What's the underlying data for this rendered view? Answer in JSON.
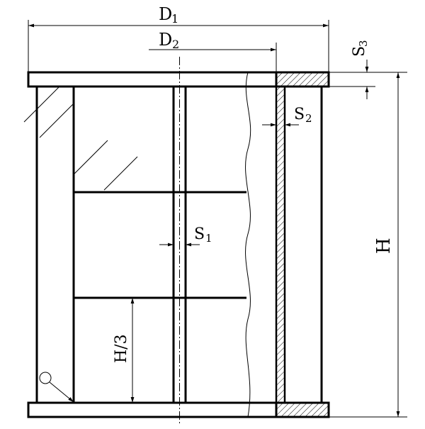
{
  "labels": {
    "d1": "D",
    "d1_sub": "1",
    "d2": "D",
    "d2_sub": "2",
    "s1": "S",
    "s1_sub": "1",
    "s2": "S",
    "s2_sub": "2",
    "s3": "S",
    "s3_sub": "3",
    "h": "H",
    "h3": "H/3"
  },
  "colors": {
    "line": "#000000",
    "background": "#ffffff"
  }
}
